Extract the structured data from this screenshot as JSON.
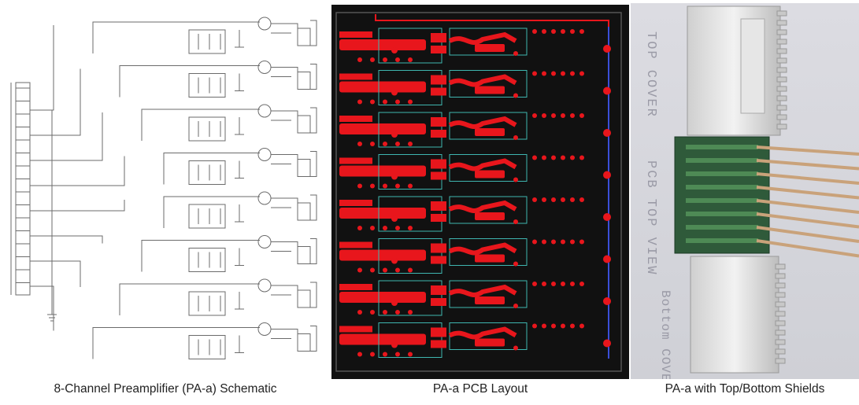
{
  "captions": {
    "schematic": "8-Channel Preamplifier (PA-a) Schematic",
    "pcb": "PA-a PCB Layout",
    "photo": "PA-a with Top/Bottom Shields"
  },
  "photo_labels": {
    "top_cover": "TOP COVER",
    "pcb_top_view": "PCB TOP VIEW",
    "bottom_cover": "Bottom COVER"
  },
  "channel_count": 8,
  "colors": {
    "pcb_background": "#111111",
    "trace_red": "#e8161c",
    "outline_cyan": "#3fb6b0",
    "bus_blue": "#3a4fd8",
    "schematic_line": "#6b6b6b"
  }
}
